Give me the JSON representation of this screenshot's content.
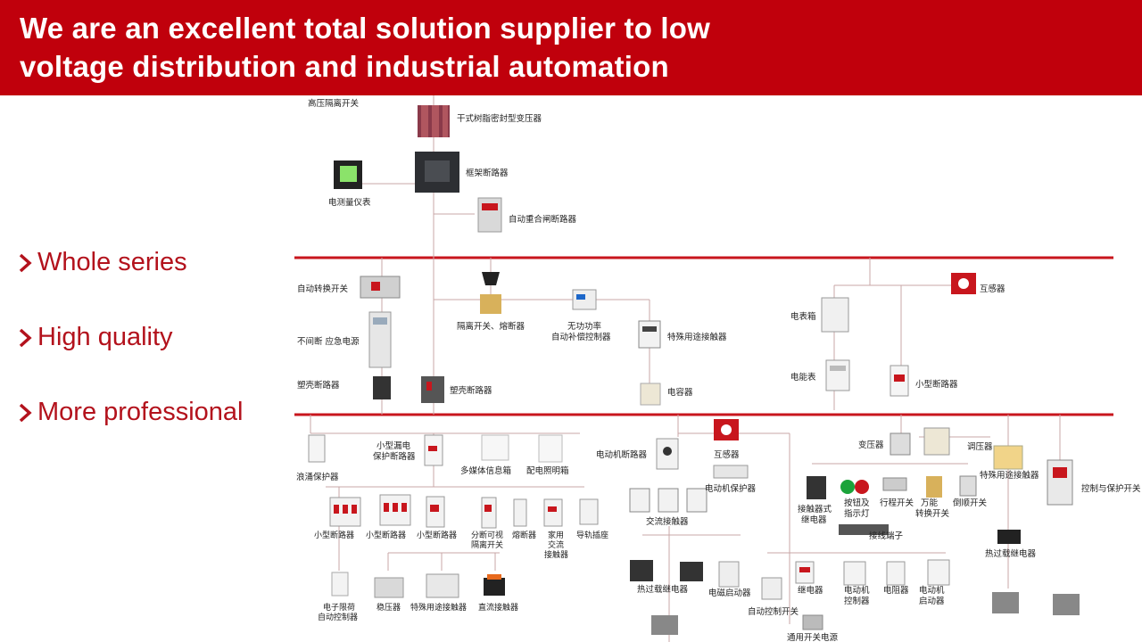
{
  "header": {
    "title": "We are an excellent total solution supplier to low\n voltage distribution and industrial automation",
    "bg_color": "#c0000c"
  },
  "points": [
    {
      "label": "Whole series",
      "icon": "chevron-right-icon"
    },
    {
      "label": "High quality",
      "icon": "chevron-right-icon"
    },
    {
      "label": "More professional",
      "icon": "chevron-right-icon"
    }
  ],
  "accent_color": "#b3121c",
  "diagram": {
    "top": {
      "hv_switch": "高压隔离开关",
      "transformer": "干式树脂密封型变压器",
      "meter": "电测量仪表",
      "acb": "框架断路器",
      "recloser": "自动重合闸断路器"
    },
    "mid": {
      "ats": "自动转换开关",
      "ups": "不间断 应急电源",
      "mccb_left": "塑壳断路器",
      "mccb_center": "塑壳断路器",
      "isolator_fuse": "隔离开关、熔断器",
      "var_line1": "无功功率",
      "var_line2": "自动补偿控制器",
      "special_contactor": "特殊用途接触器",
      "capacitor": "电容器",
      "meter_box": "电表箱",
      "ct": "互感器",
      "energy_meter": "电能表",
      "mcb": "小型断路器"
    },
    "bottom": {
      "surge": "浪涌保护器",
      "rcbo_line1": "小型漏电",
      "rcbo_line2": "保护断路器",
      "media_box": "多媒体信息箱",
      "lighting_box": "配电照明箱",
      "mcb1": "小型断路器",
      "mcb2": "小型断路器",
      "mcb3": "小型断路器",
      "breakable_line1": "分断可视",
      "breakable_line2": "隔离开关",
      "fuse": "熔断器",
      "home_line1": "家用",
      "home_line2": "交流",
      "home_line3": "接触器",
      "rail_socket": "导轨插座",
      "timer_line1": "电子限荷",
      "timer_line2": "自动控制器",
      "dimmer": "稳压器",
      "special2": "特殊用途接触器",
      "dc_contactor": "直流接触器",
      "motor_cb": "电动机断路器",
      "ct2": "互感器",
      "motor_protector": "电动机保护器",
      "ac_contactor": "交流接触器",
      "thermal_relay": "热过载继电器",
      "mag_starter": "电磁启动器",
      "auto_switch": "自动控制开关",
      "relay": "继电器",
      "motor_ctrl_line1": "电动机",
      "motor_ctrl_line2": "控制器",
      "resistor": "电阻器",
      "motor_start_line1": "电动机",
      "motor_start_line2": "启动器",
      "psu": "通用开关电源",
      "transformer2": "变压器",
      "regulator": "调压器",
      "special3": "特殊用途接触器",
      "ctrl_protect": "控制与保护开关",
      "contactor_relay_line1": "接触器式",
      "contactor_relay_line2": "继电器",
      "button_line1": "按钮及",
      "button_line2": "指示灯",
      "limit_switch": "行程开关",
      "universal_line1": "万能",
      "universal_line2": "转换开关",
      "reverse_switch": "倒顺开关",
      "terminal": "接线端子",
      "thermal_relay2": "热过载继电器"
    }
  }
}
